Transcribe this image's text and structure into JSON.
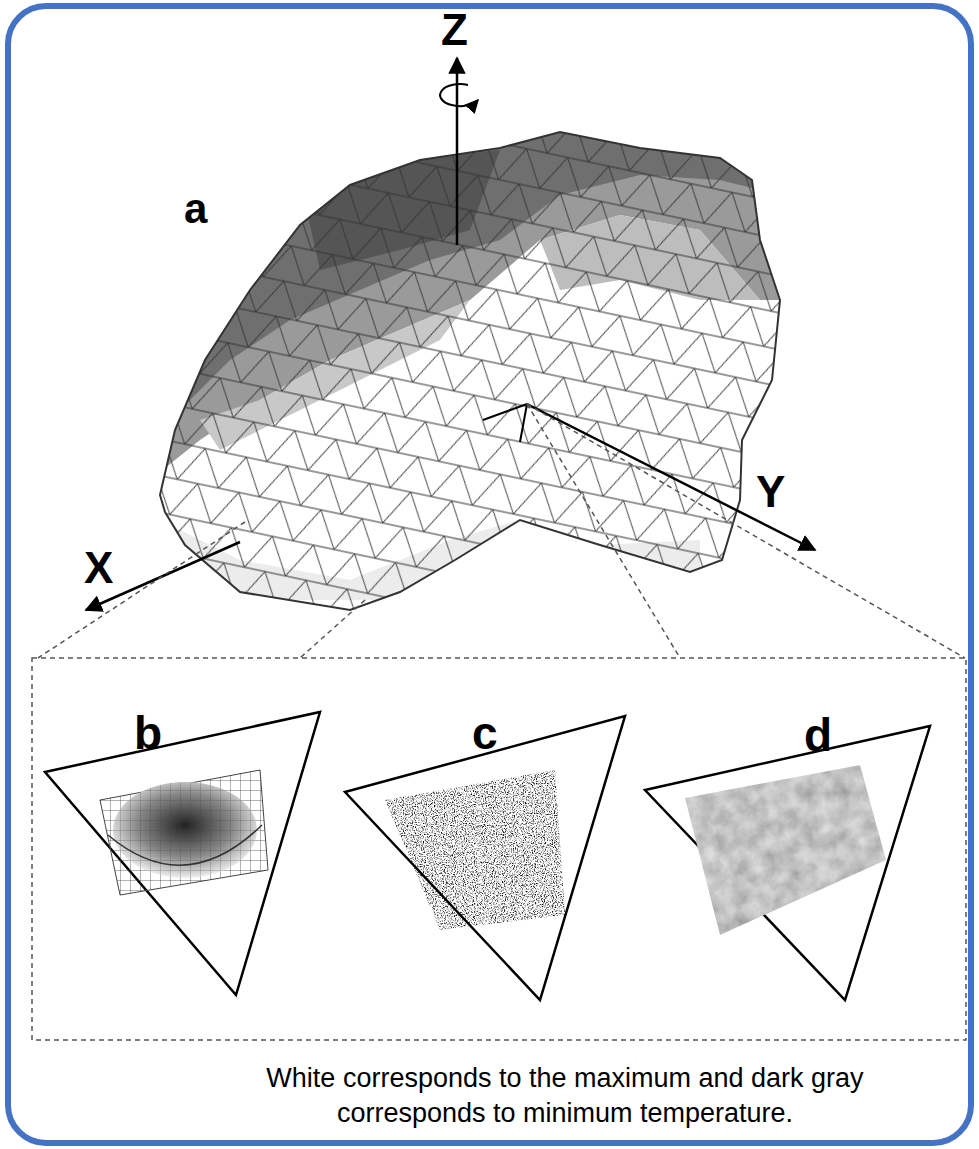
{
  "diagram": {
    "caption": "White corresponds to the maximum and dark gray corresponds to minimum temperature.",
    "labels": [
      "Z",
      "a",
      "X",
      "Y",
      "b",
      "c",
      "d"
    ]
  }
}
